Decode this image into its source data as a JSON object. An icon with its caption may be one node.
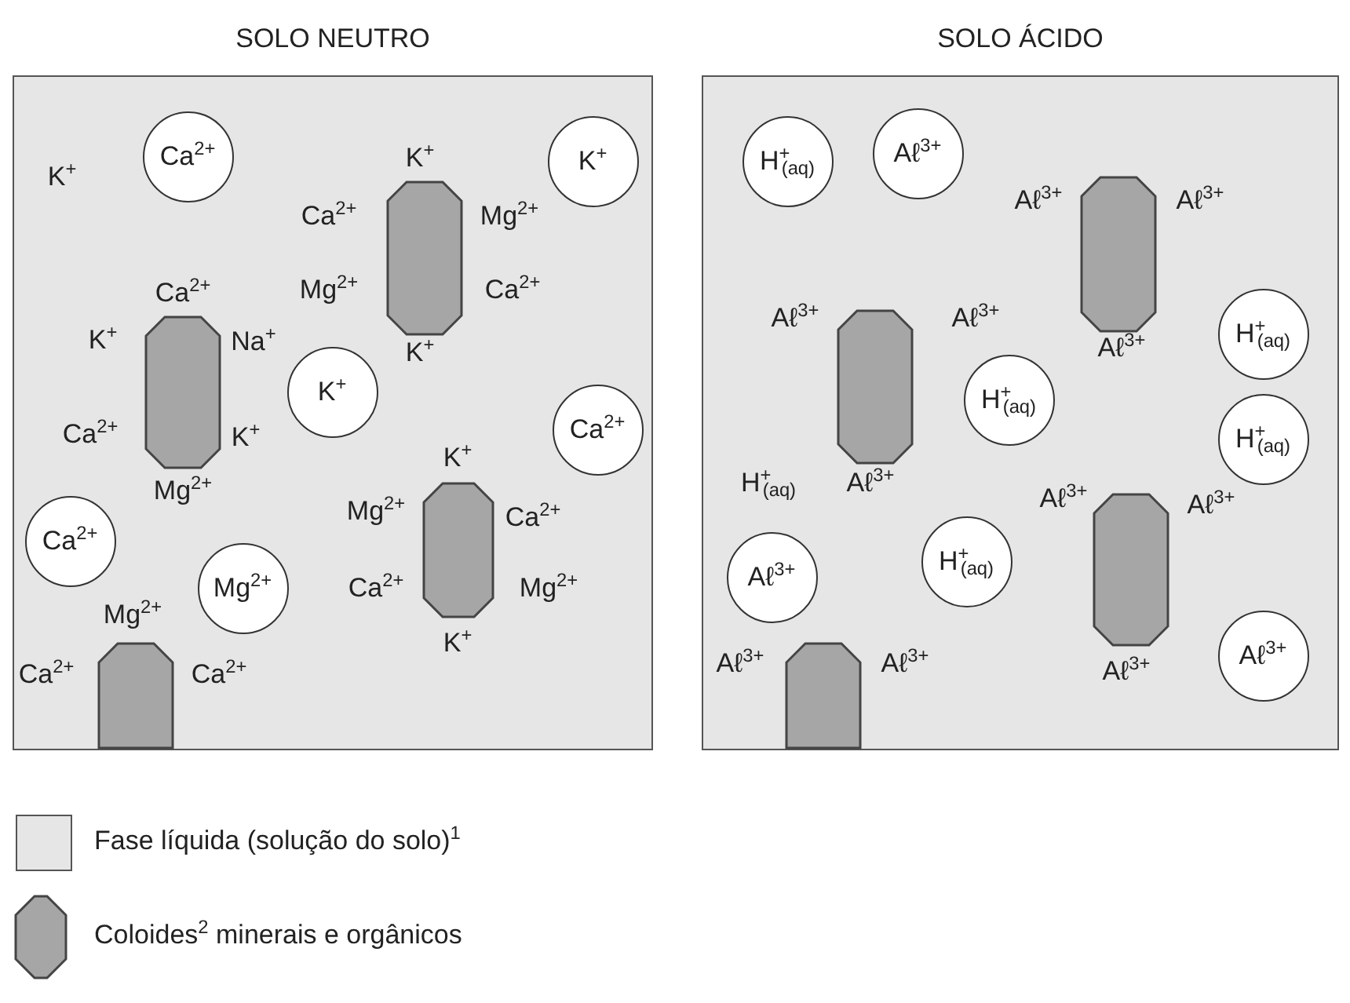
{
  "diagram": {
    "nodes": [
      {
        "text": [
          "SOLO NEUTRO"
        ]
      },
      {
        "text": [
          "Ca$^{2+}$"
        ],
        "in": 0
      },
      {
        "text": [
          "K$^{+}$"
        ],
        "in": 0
      },
      {
        "text": [],
        "shape": "octagon",
        "in": 0,
        "beside": [
          "K$^{+}$",
          "Ca$^{2+}$",
          "Mg$^{2+}$",
          "Mg$^{2+}$",
          "Ca$^{2+}$",
          "K$^{+}$"
        ]
      },
      {
        "text": [],
        "shape": "octagon",
        "in": 0,
        "beside": [
          "Ca$^{2+}$",
          "K$^{+}$",
          "Na$^{+}$",
          "Ca$^{2+}$",
          "K$^{+}$",
          "Mg$^{2+}$"
        ]
      },
      {
        "text": [
          "K$^{+}$"
        ],
        "in": 0
      },
      {
        "text": [
          "Ca$^{2+}$"
        ],
        "in": 0
      },
      {
        "text": [],
        "shape": "octagon",
        "in": 0,
        "beside": [
          "K$^{+}$",
          "Mg$^{2+}$",
          "Ca$^{2+}$",
          "Ca$^{2+}$",
          "Mg$^{2+}$",
          "K$^{+}$"
        ]
      },
      {
        "text": [
          "Ca$^{2+}$"
        ],
        "in": 0
      },
      {
        "text": [
          "Mg$^{2+}$"
        ],
        "in": 0
      },
      {
        "text": [],
        "shape": "octagon",
        "in": 0,
        "beside": [
          "Mg$^{2+}$",
          "Ca$^{2+}$",
          "Ca$^{2+}$"
        ]
      },
      {
        "text": [
          "SOLO ÁCIDO"
        ]
      },
      {
        "text": [
          "H$^{+}$$_{(aq)}$"
        ],
        "in": 11
      },
      {
        "text": [
          "Aℓ$^{3+}$"
        ],
        "in": 11
      },
      {
        "text": [],
        "shape": "octagon",
        "in": 11,
        "beside": [
          "Aℓ$^{3+}$",
          "Aℓ$^{3+}$",
          "Aℓ$^{3+}$"
        ]
      },
      {
        "text": [],
        "shape": "octagon",
        "in": 11,
        "beside": [
          "Aℓ$^{3+}$",
          "Aℓ$^{3+}$",
          "Aℓ$^{3+}$"
        ]
      },
      {
        "text": [
          "H$^{+}$$_{(aq)}$"
        ],
        "in": 11
      },
      {
        "text": [
          "H$^{+}$$_{(aq)}$"
        ],
        "in": 11
      },
      {
        "text": [
          "H$^{+}$$_{(aq)}$"
        ],
        "in": 11
      },
      {
        "text": [],
        "shape": "octagon",
        "in": 11,
        "beside": [
          "Aℓ$^{3+}$",
          "Aℓ$^{3+}$",
          "Aℓ$^{3+}$"
        ]
      },
      {
        "text": [
          "H$^{+}$$_{(aq)}$"
        ],
        "in": 11
      },
      {
        "text": [
          "Aℓ$^{3+}$"
        ],
        "in": 11
      },
      {
        "text": [],
        "shape": "octagon",
        "in": 11,
        "beside": [
          "Aℓ$^{3+}$",
          "Aℓ$^{3+}$"
        ]
      },
      {
        "text": [
          "Aℓ$^{3+}$"
        ],
        "in": 11
      }
    ],
    "labels": [
      "K$^{+}$",
      "H$^{+}$$_{(aq)}$"
    ],
    "legend": [
      {
        "text": "Fase líquida (solução do solo)$^{1}$",
        "color": "#e6e6e6"
      },
      {
        "text": "Coloides$^{2}$ minerais e orgânicos"
      }
    ]
  }
}
